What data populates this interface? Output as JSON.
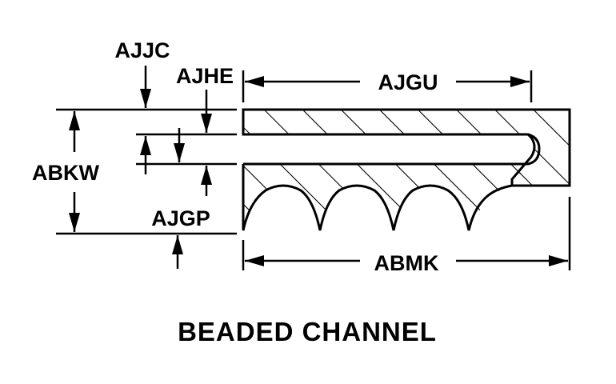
{
  "diagram": {
    "title": "BEADED CHANNEL",
    "labels": {
      "ajjc": "AJJC",
      "ajhe": "AJHE",
      "ajgu": "AJGU",
      "abkw": "ABKW",
      "ajgp": "AJGP",
      "abmk": "ABMK"
    },
    "colors": {
      "ink": "#000000",
      "background": "#ffffff"
    }
  }
}
